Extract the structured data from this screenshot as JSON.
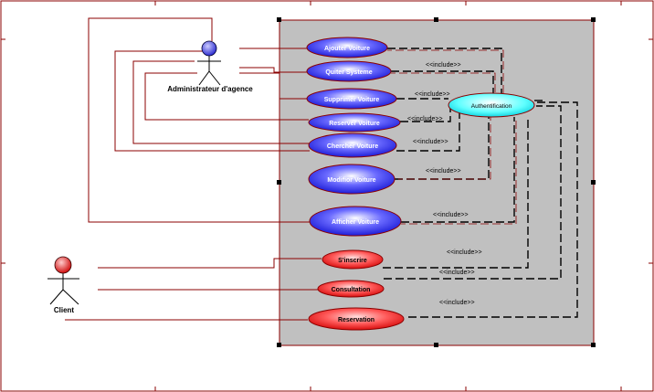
{
  "colors": {
    "system_fill": "#c0c0c0",
    "system_border": "#8b0000",
    "blue_usecase": "#3333ff",
    "red_usecase": "#ff3333",
    "auth_usecase": "#00ffff",
    "connector": "#8b0000",
    "dashed": "#000000"
  },
  "actors": {
    "admin": {
      "label": "Administrateur d'agence",
      "head_color": "#4444ff"
    },
    "client": {
      "label": "Client",
      "head_color": "#ff2222"
    }
  },
  "usecases": {
    "ajouter": "Ajouter Voiture",
    "quiter": "Quiter Systeme",
    "supprimer": "Supprimer Voiture",
    "reserver": "Reserver Voiture",
    "chercher": "Chercher Voiture",
    "modifier": "Modifior Voiture",
    "afficher": "Afficher Voiture",
    "inscrire": "S'inscrire",
    "consultation": "Consultation",
    "reservation": "Reservation",
    "auth": "Authentification"
  },
  "include_label": "<<include>>"
}
